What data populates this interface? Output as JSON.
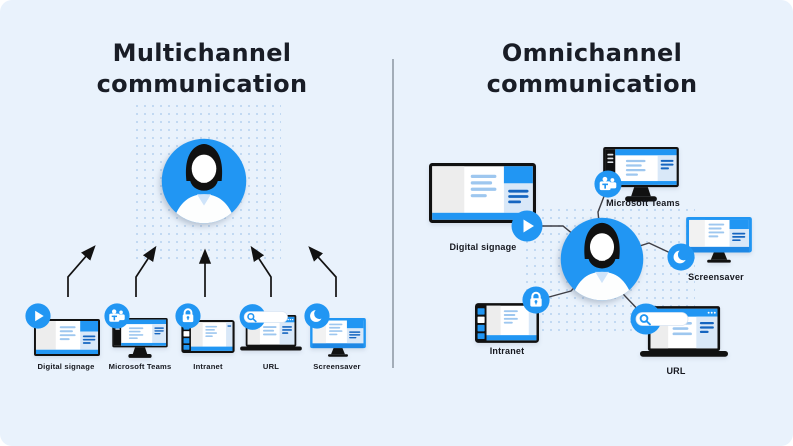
{
  "colors": {
    "background": "#e9f2fc",
    "primary_blue": "#2196f3",
    "dark_outline": "#121212",
    "title_text": "#191d26",
    "label_text": "#16181f",
    "divider_gray": "#8b96a1",
    "connector_gray": "#3f3f46",
    "light_panel": "#ededed",
    "light_blue_panel": "#d9e8f8",
    "text_line_light_blue": "#9ec7ef",
    "text_line_dark_blue": "#1565c0"
  },
  "left_section": {
    "title": "Multichannel\ncommunication",
    "devices": [
      {
        "label": "Digital signage",
        "icon": "play-icon",
        "device": "signage-display"
      },
      {
        "label": "Microsoft Teams",
        "icon": "microsoft-teams-icon",
        "device": "desktop-monitor"
      },
      {
        "label": "Intranet",
        "icon": "lock-icon",
        "device": "tablet-device"
      },
      {
        "label": "URL",
        "icon": "search-icon",
        "device": "laptop-device"
      },
      {
        "label": "Screensaver",
        "icon": "moon-icon",
        "device": "desktop-monitor"
      }
    ]
  },
  "right_section": {
    "title": "Omnichannel\ncommunication",
    "devices": [
      {
        "label": "Digital signage",
        "icon": "play-icon",
        "device": "signage-display"
      },
      {
        "label": "Microsoft Teams",
        "icon": "microsoft-teams-icon",
        "device": "desktop-monitor"
      },
      {
        "label": "Intranet",
        "icon": "lock-icon",
        "device": "tablet-device"
      },
      {
        "label": "URL",
        "icon": "search-icon",
        "device": "laptop-device"
      },
      {
        "label": "Screensaver",
        "icon": "moon-icon",
        "device": "desktop-monitor"
      }
    ]
  }
}
